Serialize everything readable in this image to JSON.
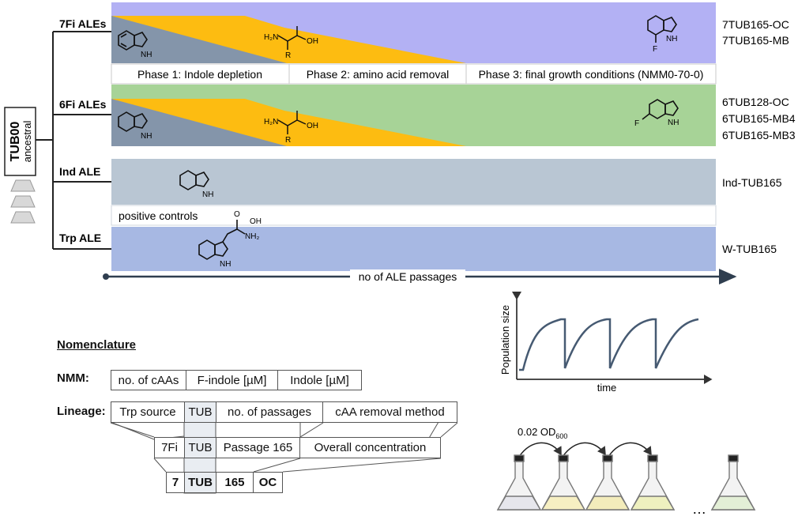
{
  "ancestor": {
    "name": "TUB00",
    "sub": "ancestral"
  },
  "lanes": [
    {
      "label": "7Fi ALEs",
      "strains": [
        "7TUB165-OC",
        "7TUB165-MB"
      ],
      "color": "#b3b1f4"
    },
    {
      "label": "6Fi ALEs",
      "strains": [
        "6TUB128-OC",
        "6TUB165-MB4",
        "6TUB165-MB3"
      ],
      "color": "#a7d397"
    },
    {
      "label": "Ind ALE",
      "strains": [
        "Ind-TUB165"
      ],
      "color": "#b9c6d3"
    },
    {
      "label": "Trp ALE",
      "strains": [
        "W-TUB165"
      ],
      "color": "#a7b8e3"
    }
  ],
  "phases": [
    "Phase 1: Indole depletion",
    "Phase 2: amino acid removal",
    "Phase 3: final growth conditions (NMM0-70-0)"
  ],
  "positive_controls": "positive controls",
  "axis_label": "no of ALE passages",
  "molecules": {
    "nh": "NH",
    "h": "H",
    "h2n": "H₂N",
    "oh": "OH",
    "r": "R",
    "o": "O",
    "f": "F",
    "nh2": "NH₂"
  },
  "nomenclature": {
    "title": "Nomenclature",
    "nmm_label": "NMM:",
    "nmm_fields": [
      "no. of cAAs",
      "F-indole [µM]",
      "Indole [µM]"
    ],
    "lineage_label": "Lineage:",
    "row1": [
      "Trp source",
      "TUB",
      "no. of passages",
      "cAA removal method"
    ],
    "row2": [
      "7Fi",
      "TUB",
      "Passage 165",
      "Overall concentration"
    ],
    "row3": [
      "7",
      "TUB",
      "165",
      "OC"
    ]
  },
  "growth_plot": {
    "ylabel": "Population size",
    "xlabel": "time"
  },
  "transfer": {
    "label": "0.02 OD",
    "subscript": "600",
    "ellipsis": "…"
  }
}
